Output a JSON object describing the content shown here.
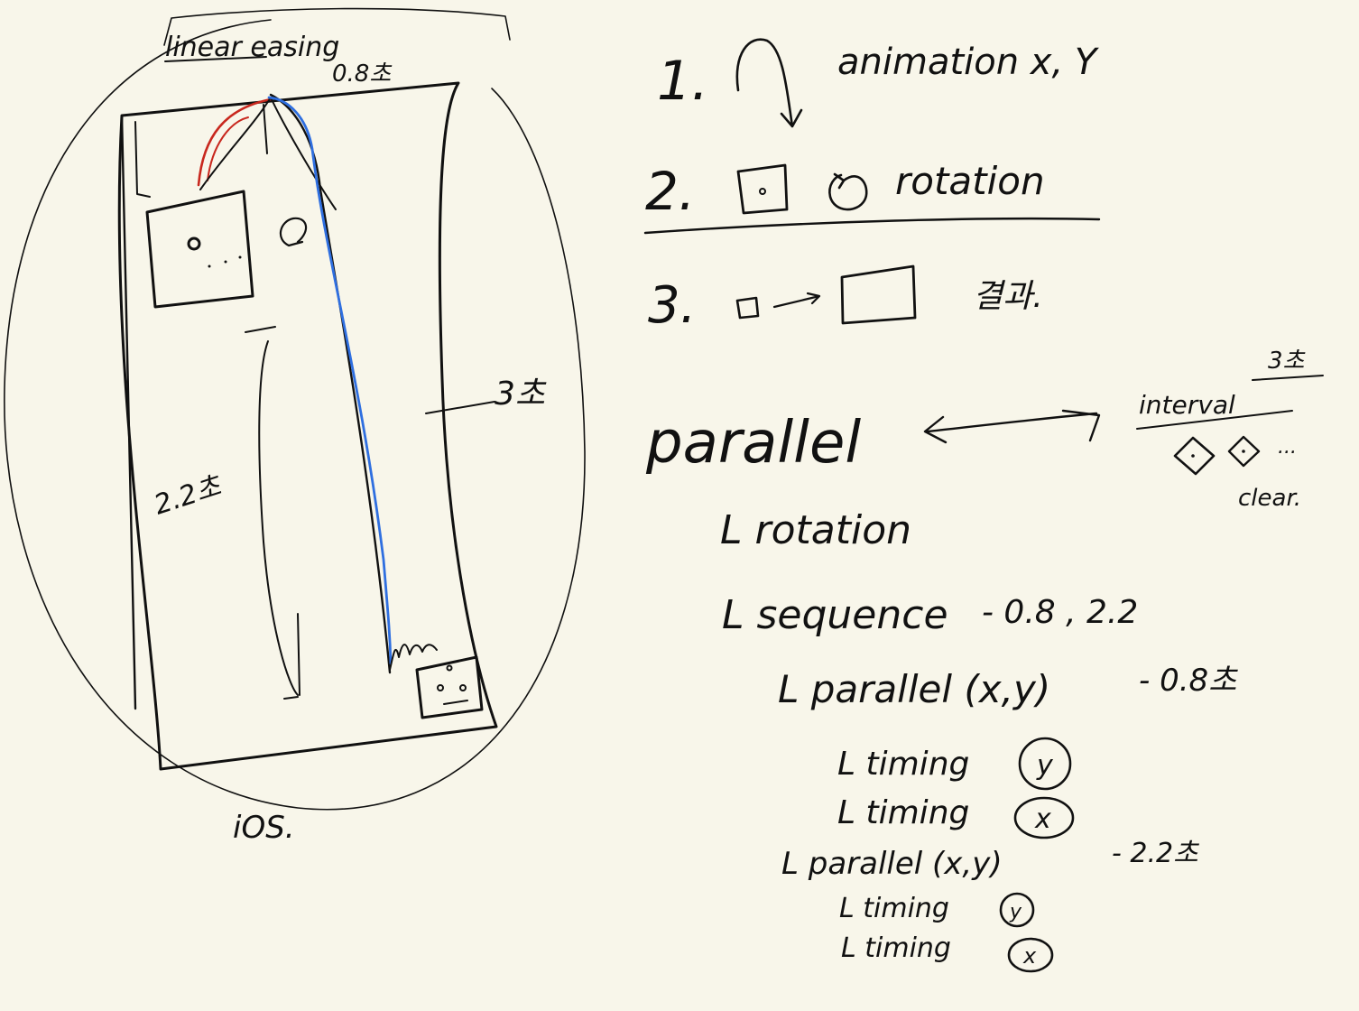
{
  "colors": {
    "background": "#f8f6ea",
    "ink": "#111111",
    "red_path": "#c8281e",
    "blue_path": "#2f6fe0"
  },
  "left_sketch": {
    "easing_label": "linear easing",
    "top_duration": "0.8초",
    "right_duration": "3초",
    "middle_duration": "2.2초",
    "platform_label": "iOS."
  },
  "steps": [
    {
      "number": "1.",
      "label": "animation x, Y"
    },
    {
      "number": "2.",
      "label": "rotation"
    },
    {
      "number": "3.",
      "label": "결과."
    }
  ],
  "interval_note": {
    "duration": "3초",
    "label": "interval",
    "ellipsis": "...",
    "clear_label": "clear."
  },
  "tree": {
    "root": "parallel",
    "child_rotation": "L rotation",
    "child_sequence": "L sequence",
    "sequence_timing": "- 0.8 , 2.2",
    "parallel_1": "L parallel (x,y)",
    "parallel_1_duration": "- 0.8초",
    "parallel_1_timing_y": "L timing",
    "parallel_1_timing_y_badge": "y",
    "parallel_1_timing_x": "L timing",
    "parallel_1_timing_x_badge": "x",
    "parallel_2": "L parallel (x,y)",
    "parallel_2_duration": "- 2.2초",
    "parallel_2_timing_y": "L timing",
    "parallel_2_timing_y_badge": "y",
    "parallel_2_timing_x": "L timing",
    "parallel_2_timing_x_badge": "x"
  }
}
